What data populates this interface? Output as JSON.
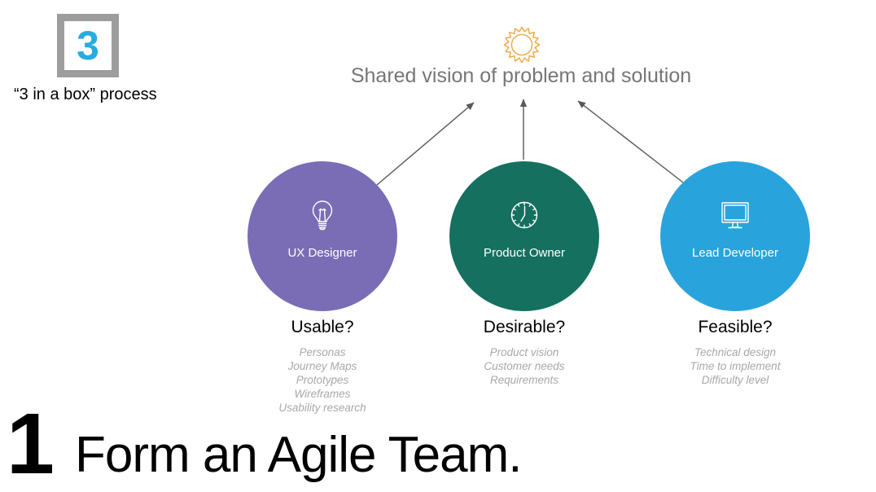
{
  "badge": {
    "number": "3",
    "caption": "“3 in a box” process"
  },
  "vision": {
    "title": "Shared vision of problem and solution",
    "icon": "sun-icon"
  },
  "roles": [
    {
      "label": "UX Designer",
      "icon": "lightbulb-icon",
      "color": "#7a6db5",
      "question": "Usable?",
      "items": [
        "Personas",
        "Journey Maps",
        "Prototypes",
        "Wireframes",
        "Usability research"
      ]
    },
    {
      "label": "Product Owner",
      "icon": "clock-icon",
      "color": "#167060",
      "question": "Desirable?",
      "items": [
        "Product vision",
        "Customer needs",
        "Requirements"
      ]
    },
    {
      "label": "Lead Developer",
      "icon": "monitor-icon",
      "color": "#29a3dc",
      "question": "Feasible?",
      "items": [
        "Technical design",
        "Time to implement",
        "Difficulty level"
      ]
    }
  ],
  "footer": {
    "step_number": "1",
    "title": "Form an Agile Team."
  },
  "colors": {
    "badge_border_gray": "#9d9d9d",
    "badge_number_blue": "#29abe2",
    "sun_orange": "#f0a545",
    "title_gray": "#767676",
    "item_gray": "#a8a8a8",
    "arrow_gray": "#595959",
    "purple": "#7a6db5",
    "green": "#167060",
    "blue": "#29a3dc"
  }
}
